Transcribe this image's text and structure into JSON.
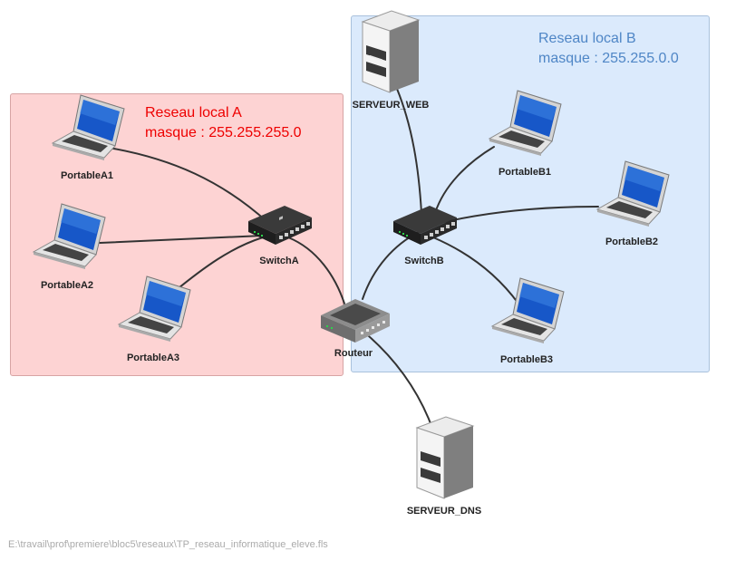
{
  "zones": {
    "local_a": {
      "title": "Reseau local A",
      "mask": "masque : 255.255.255.0",
      "color": "#ee0000",
      "fill": "#fdd3d3"
    },
    "local_b": {
      "title": "Reseau local B",
      "mask": "masque : 255.255.0.0",
      "color": "#4f86c6",
      "fill": "#dbeafc"
    }
  },
  "nodes": {
    "portable_a1": "PortableA1",
    "portable_a2": "PortableA2",
    "portable_a3": "PortableA3",
    "switch_a": "SwitchA",
    "routeur": "Routeur",
    "serveur_web": "SERVEUR_WEB",
    "switch_b": "SwitchB",
    "portable_b1": "PortableB1",
    "portable_b2": "PortableB2",
    "portable_b3": "PortableB3",
    "serveur_dns": "SERVEUR_DNS"
  },
  "links": [
    [
      "PortableA1",
      "SwitchA"
    ],
    [
      "PortableA2",
      "SwitchA"
    ],
    [
      "PortableA3",
      "SwitchA"
    ],
    [
      "SwitchA",
      "Routeur"
    ],
    [
      "Routeur",
      "SwitchB"
    ],
    [
      "SERVEUR_WEB",
      "SwitchB"
    ],
    [
      "PortableB1",
      "SwitchB"
    ],
    [
      "PortableB2",
      "SwitchB"
    ],
    [
      "PortableB3",
      "SwitchB"
    ],
    [
      "Routeur",
      "SERVEUR_DNS"
    ]
  ],
  "icons": {
    "laptop": "laptop-icon",
    "switch": "switch-icon",
    "router": "router-icon",
    "server": "server-icon"
  },
  "file_path": "E:\\travail\\prof\\premiere\\bloc5\\reseaux\\TP_reseau_informatique_eleve.fls"
}
